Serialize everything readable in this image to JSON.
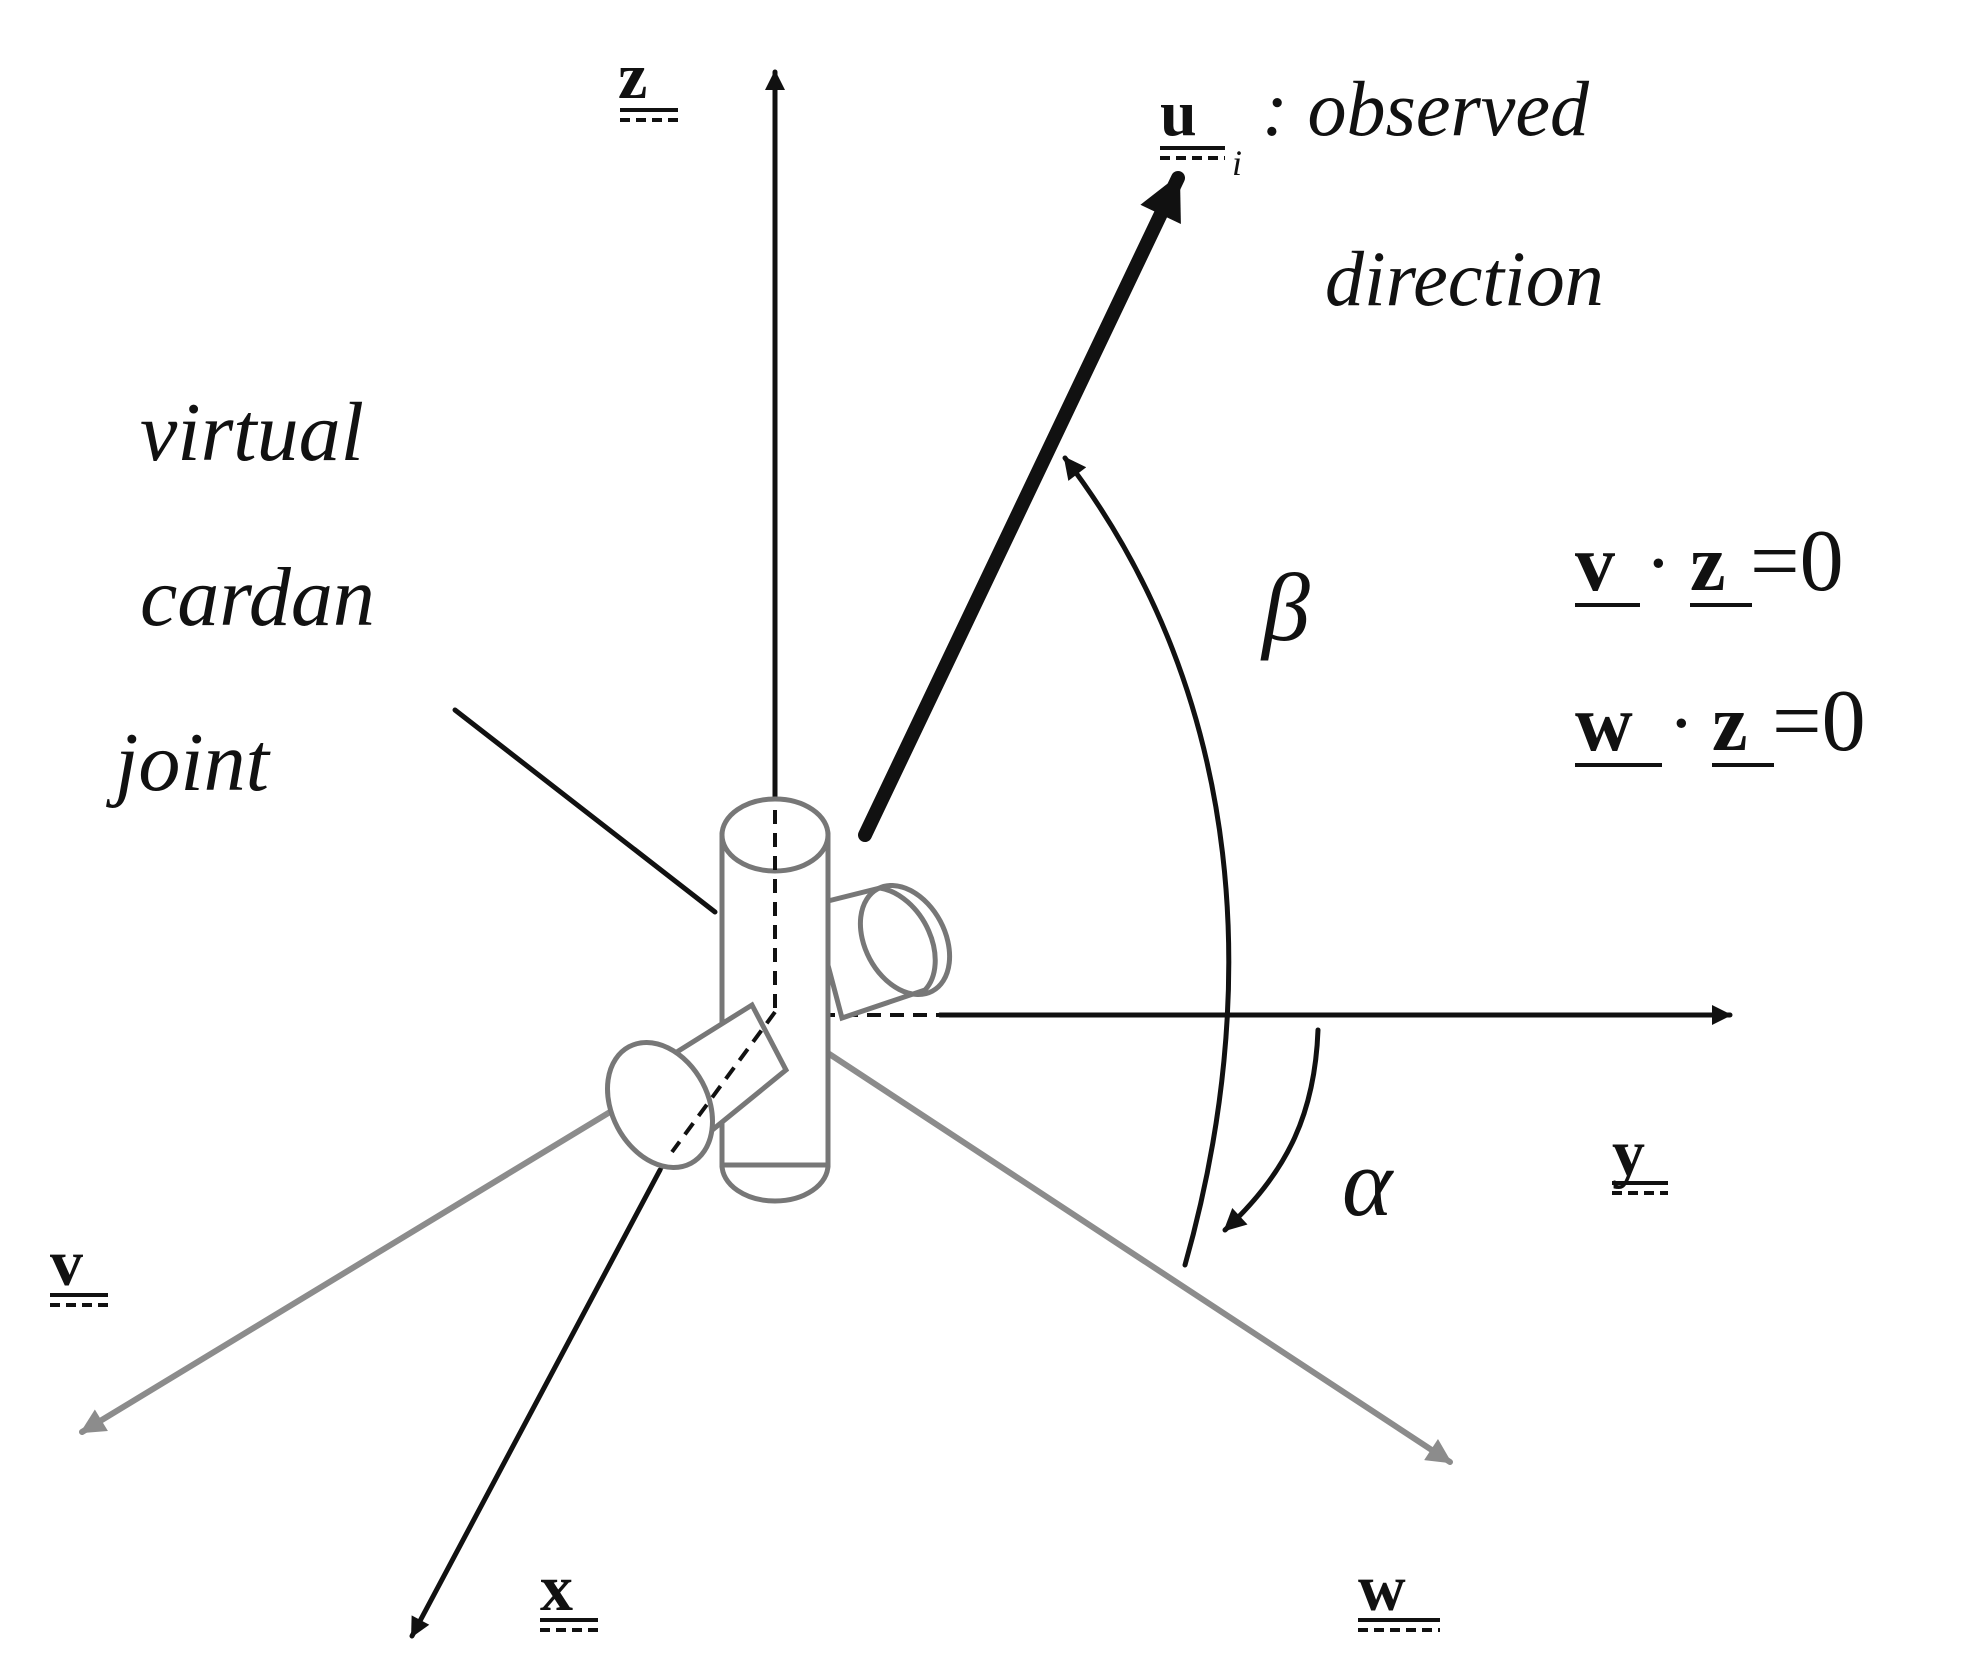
{
  "labels": {
    "z": "z",
    "y": "y",
    "x": "x",
    "v": "v",
    "w": "w",
    "u": "u",
    "u_sub": "i",
    "u_text": ": observed",
    "u_text2": "direction",
    "joint_line1": "virtual",
    "joint_line2": "cardan",
    "joint_line3": "joint",
    "beta": "β",
    "alpha": "α",
    "eq1": {
      "left": "v",
      "dot": "·",
      "right": "z",
      "rhs": "=0"
    },
    "eq2": {
      "left": "w",
      "dot": "·",
      "right": "z",
      "rhs": "=0"
    }
  },
  "colors": {
    "black_axis": "#111111",
    "gray_axis": "#8c8c8c",
    "joint_outline": "#777777"
  }
}
